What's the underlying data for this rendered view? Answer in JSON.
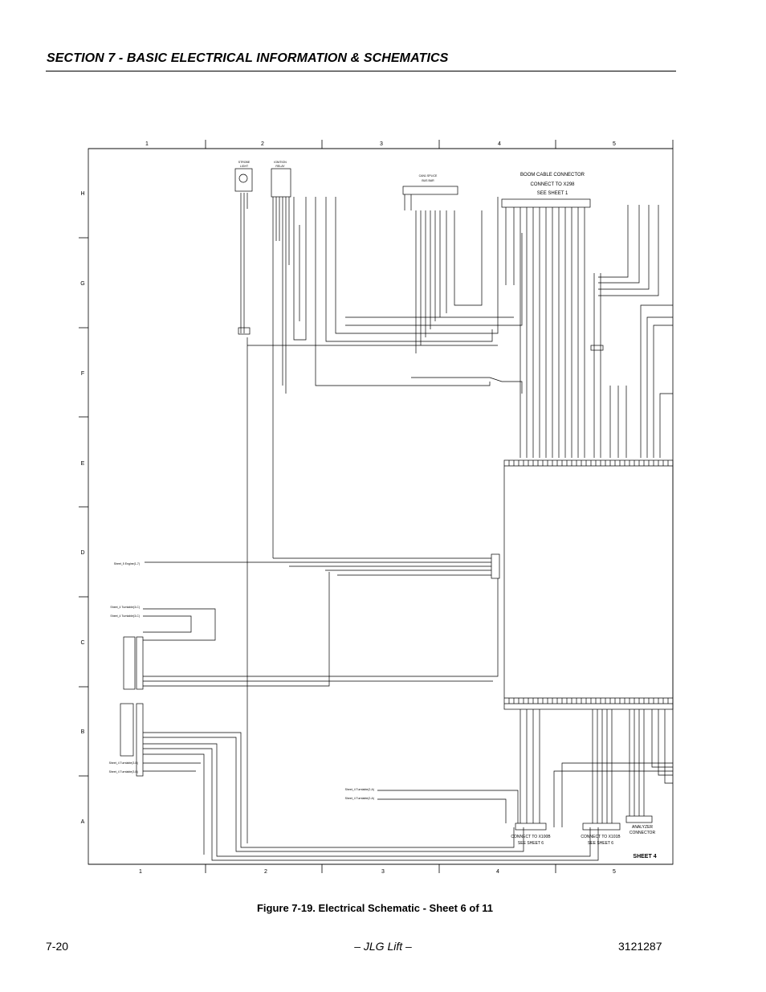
{
  "header": {
    "section_title": "SECTION 7 - BASIC ELECTRICAL INFORMATION & SCHEMATICS"
  },
  "schematic": {
    "columns": [
      "1",
      "2",
      "3",
      "4",
      "5"
    ],
    "rows": [
      "H",
      "G",
      "F",
      "E",
      "D",
      "C",
      "B",
      "A"
    ],
    "sheet_label": "SHEET 4",
    "components": {
      "strobe": [
        "STROBE",
        "LIGHT"
      ],
      "ignition": [
        "IGNITION",
        "RELAY"
      ],
      "can_bus": [
        "CAN1 SPLICE",
        "BUS BAR"
      ],
      "boom_cable": [
        "BOOM CABLE CONNECTOR",
        "CONNECT TO X298",
        "SEE SHEET 1"
      ],
      "x100b": [
        "CONNECT TO X100B",
        "SEE SHEET 6"
      ],
      "x101b": [
        "CONNECT TO X101B",
        "SEE SHEET 6"
      ],
      "analyzer": [
        "ANALYZER",
        "CONNECTOR"
      ]
    },
    "side_refs": {
      "d_engine": "Sheet_5 Engine(1-7)",
      "c1": "Sheet_4 Turntable(3-C)",
      "c2": "Sheet_4 Turntable(3-C)",
      "b1": "Sheet_4 Turntable(3-B)",
      "b2": "Sheet_4 Turntable(3-B)",
      "a1": "Sheet_4 Turntable(2-A)",
      "a2": "Sheet_4 Turntable(2-A)"
    }
  },
  "caption": "Figure 7-19.  Electrical Schematic - Sheet 6 of 11",
  "footer": {
    "page": "7-20",
    "brand": "– JLG Lift –",
    "doc": "3121287"
  }
}
